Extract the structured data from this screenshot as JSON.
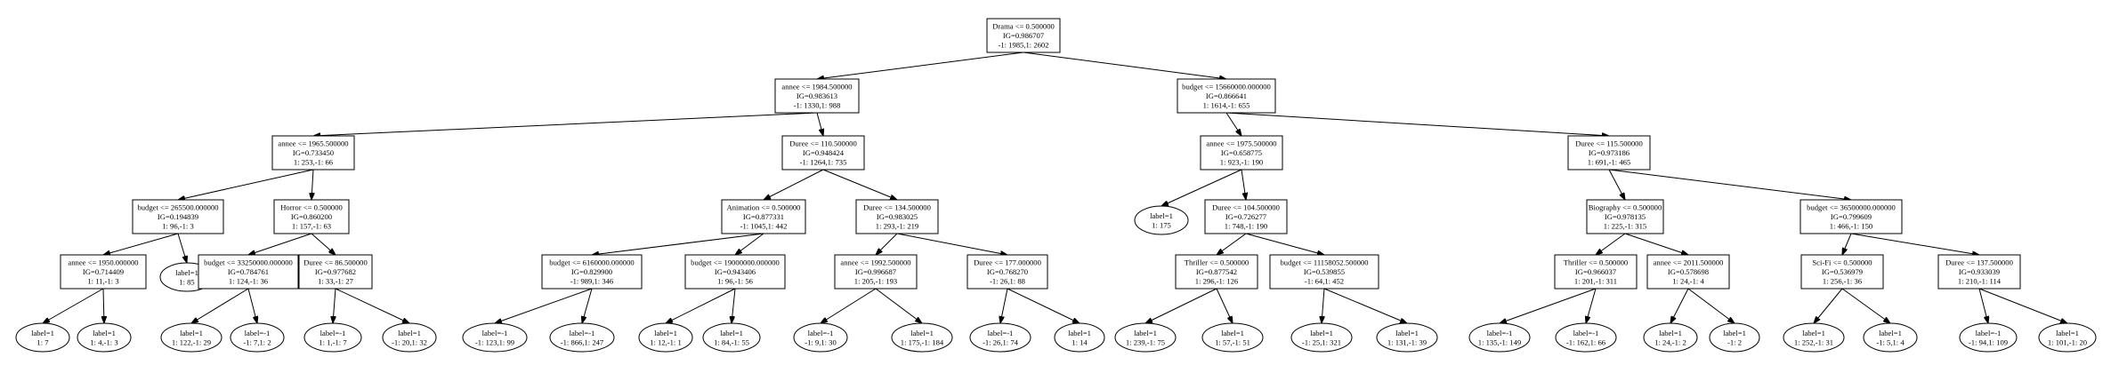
{
  "nodes": {
    "n0": {
      "lines": [
        "Drama <= 0.500000",
        "IG=0.986707",
        "-1: 1985,1: 2602"
      ]
    },
    "n1": {
      "lines": [
        "annee <= 1984.500000",
        "IG=0.983613",
        "-1: 1330,1: 988"
      ]
    },
    "n2": {
      "lines": [
        "budget <= 15660000.000000",
        "IG=0.866641",
        "1: 1614,-1: 655"
      ]
    },
    "n3": {
      "lines": [
        "annee <= 1965.500000",
        "IG=0.733450",
        "1: 253,-1: 66"
      ]
    },
    "n4": {
      "lines": [
        "Duree <= 110.500000",
        "IG=0.948424",
        "-1: 1264,1: 735"
      ]
    },
    "n5": {
      "lines": [
        "annee <= 1975.500000",
        "IG=0.658775",
        "1: 923,-1: 190"
      ]
    },
    "n6": {
      "lines": [
        "Duree <= 115.500000",
        "IG=0.973186",
        "1: 691,-1: 465"
      ]
    },
    "n7": {
      "lines": [
        "budget <= 265500.000000",
        "IG=0.194839",
        "1: 96,-1: 3"
      ]
    },
    "n8": {
      "lines": [
        "Horror <= 0.500000",
        "IG=0.860200",
        "1: 157,-1: 63"
      ]
    },
    "n9": {
      "lines": [
        "Animation <= 0.500000",
        "IG=0.877331",
        "-1: 1045,1: 442"
      ]
    },
    "n10": {
      "lines": [
        "Duree <= 134.500000",
        "IG=0.983025",
        "1: 293,-1: 219"
      ]
    },
    "n11": {
      "lines": [
        "label=1",
        "1: 175"
      ]
    },
    "n12": {
      "lines": [
        "Duree <= 104.500000",
        "IG=0.726277",
        "1: 748,-1: 190"
      ]
    },
    "n13": {
      "lines": [
        "Biography <= 0.500000",
        "IG=0.978135",
        "1: 225,-1: 315"
      ]
    },
    "n14": {
      "lines": [
        "budget <= 36500000.000000",
        "IG=0.799609",
        "1: 466,-1: 150"
      ]
    },
    "n15": {
      "lines": [
        "annee <= 1950.000000",
        "IG=0.714409",
        "1: 11,-1: 3"
      ]
    },
    "n16": {
      "lines": [
        "label=1",
        "1: 85"
      ]
    },
    "n17": {
      "lines": [
        "budget <= 33250000.000000",
        "IG=0.784761",
        "1: 124,-1: 36"
      ]
    },
    "n18": {
      "lines": [
        "Duree <= 86.500000",
        "IG=0.977682",
        "1: 33,-1: 27"
      ]
    },
    "n19": {
      "lines": [
        "budget <= 6160000.000000",
        "IG=0.829900",
        "-1: 989,1: 346"
      ]
    },
    "n20": {
      "lines": [
        "budget <= 19000000.000000",
        "IG=0.943406",
        "1: 96,-1: 56"
      ]
    },
    "n21": {
      "lines": [
        "annee <= 1992.500000",
        "IG=0.996687",
        "1: 205,-1: 193"
      ]
    },
    "n22": {
      "lines": [
        "Duree <= 177.000000",
        "IG=0.768270",
        "-1: 26,1: 88"
      ]
    },
    "n23": {
      "lines": [
        "Thriller <= 0.500000",
        "IG=0.877542",
        "1: 296,-1: 126"
      ]
    },
    "n24": {
      "lines": [
        "budget <= 11158052.500000",
        "IG=0.539855",
        "-1: 64,1: 452"
      ]
    },
    "n25": {
      "lines": [
        "Thriller <= 0.500000",
        "IG=0.966037",
        "1: 201,-1: 311"
      ]
    },
    "n26": {
      "lines": [
        "annee <= 2011.500000",
        "IG=0.578698",
        "1: 24,-1: 4"
      ]
    },
    "n27": {
      "lines": [
        "Sci-Fi <= 0.500000",
        "IG=0.536979",
        "1: 256,-1: 36"
      ]
    },
    "n28": {
      "lines": [
        "Duree <= 137.500000",
        "IG=0.933039",
        "1: 210,-1: 114"
      ]
    },
    "n29": {
      "lines": [
        "label=1",
        "1: 7"
      ]
    },
    "n30": {
      "lines": [
        "label=1",
        "1: 4,-1: 3"
      ]
    },
    "n31": {
      "lines": [
        "label=1",
        "1: 122,-1: 29"
      ]
    },
    "n32": {
      "lines": [
        "label=-1",
        "-1: 7,1: 2"
      ]
    },
    "n33": {
      "lines": [
        "label=-1",
        "1: 1,-1: 7"
      ]
    },
    "n34": {
      "lines": [
        "label=1",
        "-1: 20,1: 32"
      ]
    },
    "n35": {
      "lines": [
        "label=-1",
        "-1: 123,1: 99"
      ]
    },
    "n36": {
      "lines": [
        "label=-1",
        "-1: 866,1: 247"
      ]
    },
    "n37": {
      "lines": [
        "label=1",
        "1: 12,-1: 1"
      ]
    },
    "n38": {
      "lines": [
        "label=1",
        "1: 84,-1: 55"
      ]
    },
    "n39": {
      "lines": [
        "label=-1",
        "-1: 9,1: 30"
      ]
    },
    "n40": {
      "lines": [
        "label=1",
        "1: 175,-1: 184"
      ]
    },
    "n41": {
      "lines": [
        "label=-1",
        "-1: 26,1: 74"
      ]
    },
    "n42": {
      "lines": [
        "label=1",
        "1: 14"
      ]
    },
    "n43": {
      "lines": [
        "label=1",
        "1: 239,-1: 75"
      ]
    },
    "n44": {
      "lines": [
        "label=1",
        "1: 57,-1: 51"
      ]
    },
    "n45": {
      "lines": [
        "label=1",
        "-1: 25,1: 321"
      ]
    },
    "n46": {
      "lines": [
        "label=1",
        "1: 131,-1: 39"
      ]
    },
    "n47": {
      "lines": [
        "label=-1",
        "1: 135,-1: 149"
      ]
    },
    "n48": {
      "lines": [
        "label=-1",
        "-1: 162,1: 66"
      ]
    },
    "n49": {
      "lines": [
        "label=1",
        "1: 24,-1: 2"
      ]
    },
    "n50": {
      "lines": [
        "label=1",
        "-1: 2"
      ]
    },
    "n51": {
      "lines": [
        "label=1",
        "1: 252,-1: 31"
      ]
    },
    "n52": {
      "lines": [
        "label=1",
        "-1: 5,1: 4"
      ]
    },
    "n53": {
      "lines": [
        "label=-1",
        "-1: 94,1: 109"
      ]
    },
    "n54": {
      "lines": [
        "label=1",
        "1: 101,-1: 20"
      ]
    }
  }
}
